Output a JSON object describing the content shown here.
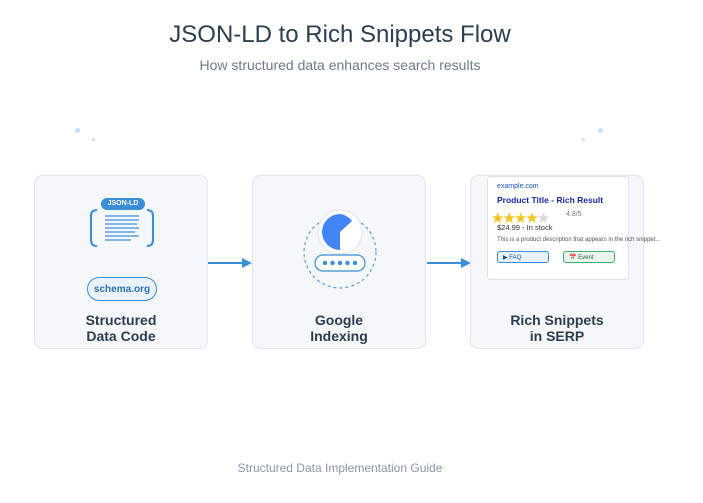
{
  "header": {
    "title": "JSON-LD to Rich Snippets Flow",
    "subtitle": "How structured data enhances search results"
  },
  "steps": [
    {
      "label_line1": "Structured",
      "label_line2": "Data Code",
      "badge": "JSON-LD",
      "tag": "schema.org"
    },
    {
      "label_line1": "Google",
      "label_line2": "Indexing"
    },
    {
      "label_line1": "Rich Snippets",
      "label_line2": "in SERP",
      "snippet": {
        "url": "example.com",
        "title": "Product Title - Rich Result",
        "stars": "★★★★",
        "star_off": "★",
        "rating": "4.8/5",
        "price": "$24.99 - In stock",
        "description": "This is a product description that appears in the rich snippet...",
        "faq_label": "▶ FAQ",
        "event_label": "📅 Event"
      }
    }
  ],
  "footer": "Structured Data Implementation Guide",
  "colors": {
    "accent": "#3a8ed8",
    "google_blue": "#4285f4",
    "title": "#2c3e50"
  }
}
